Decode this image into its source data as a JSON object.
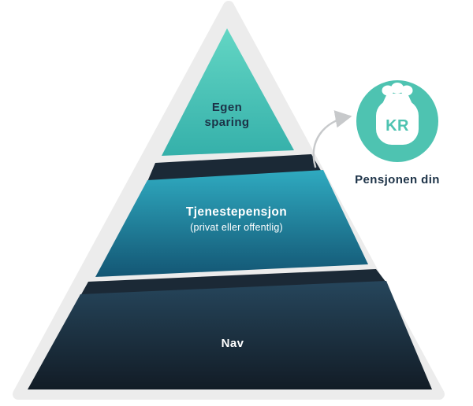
{
  "pyramid": {
    "layers": [
      {
        "id": "egen-sparing",
        "lines": [
          "Egen",
          "sparing"
        ]
      },
      {
        "id": "tjenestepensjon",
        "title": "Tjenestepensjon",
        "subtitle": "(privat eller offentlig)"
      },
      {
        "id": "nav",
        "title": "Nav"
      }
    ]
  },
  "badge": {
    "currency": "KR",
    "label": "Pensjonen din"
  },
  "icons": {
    "money_bag": "money-bag-icon",
    "arrow": "curved-arrow-icon"
  },
  "colors": {
    "outline": "#ECECEC",
    "separator_dark": "#1B2936",
    "teal_gradient_top": "#63D6C4",
    "teal_gradient_bottom": "#35B0AA",
    "blue_gradient_top": "#2FAAC0",
    "blue_gradient_bottom": "#135674",
    "navy_gradient_top": "#26465C",
    "navy_gradient_bottom": "#121C26",
    "badge_teal": "#4EC3B1",
    "icon_white": "#FFFFFF",
    "text_dark": "#1C3247",
    "text_light": "#FFFFFF",
    "arrow_gray": "#C7C9CB"
  }
}
